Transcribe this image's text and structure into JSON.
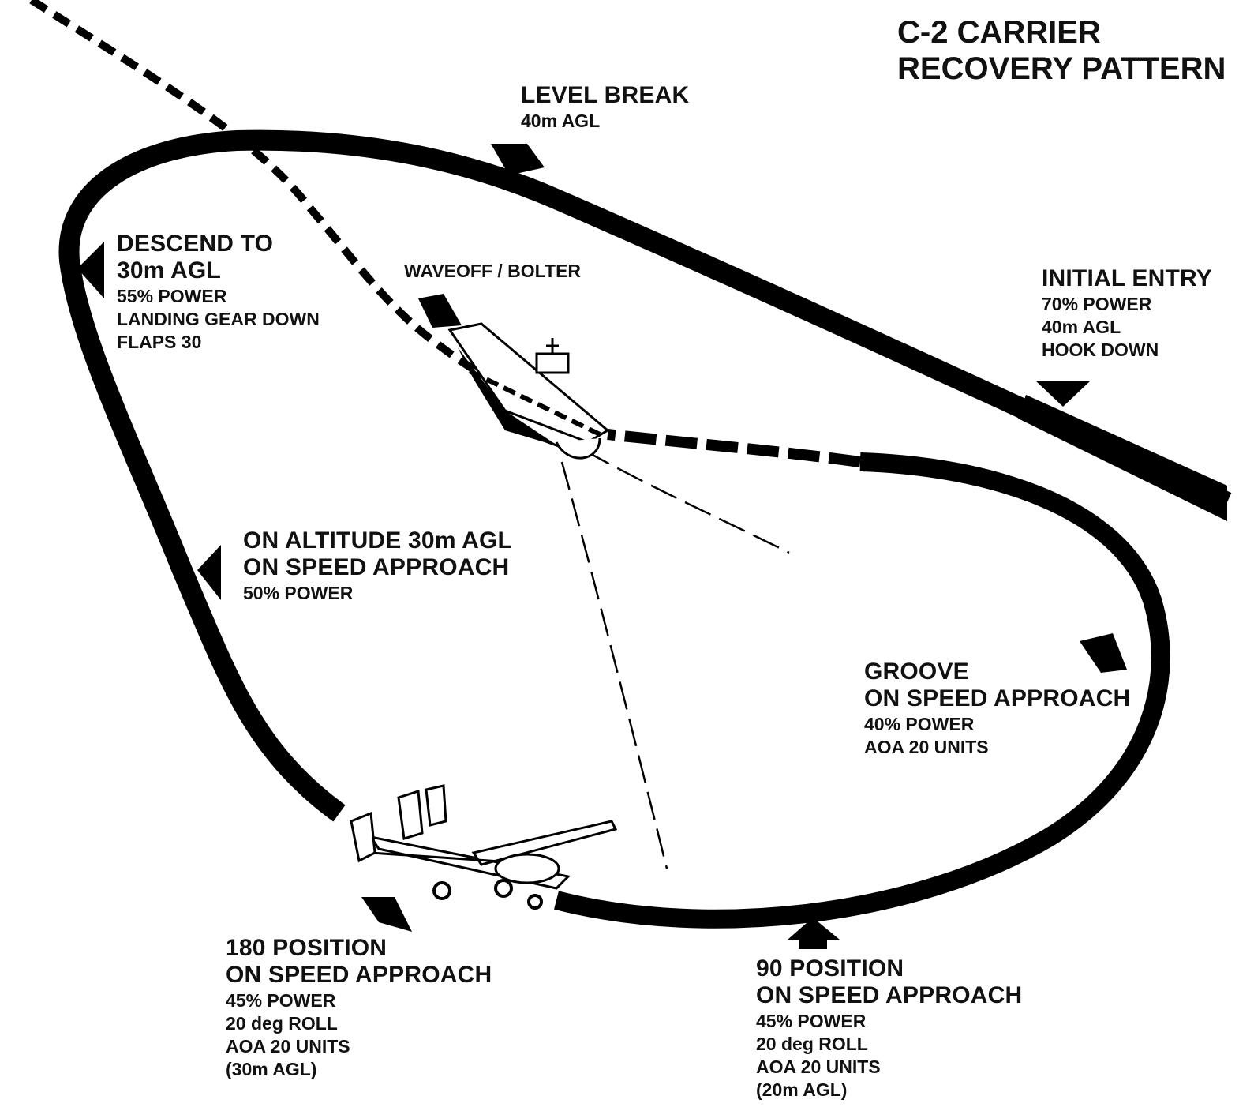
{
  "title": [
    "C-2 CARRIER",
    "RECOVERY PATTERN"
  ],
  "labels": {
    "level_break": {
      "head": [
        "LEVEL BREAK"
      ],
      "sub": [
        "40m AGL"
      ]
    },
    "descend": {
      "head": [
        "DESCEND TO",
        "30m AGL"
      ],
      "sub": [
        "55% POWER",
        "LANDING GEAR DOWN",
        "FLAPS 30"
      ]
    },
    "waveoff": {
      "head": [
        "WAVEOFF / BOLTER"
      ],
      "sub": []
    },
    "initial_entry": {
      "head": [
        "INITIAL ENTRY"
      ],
      "sub": [
        "70% POWER",
        "40m AGL",
        "HOOK DOWN"
      ]
    },
    "on_altitude": {
      "head": [
        "ON ALTITUDE 30m AGL",
        "ON SPEED APPROACH"
      ],
      "sub": [
        "50% POWER"
      ]
    },
    "groove": {
      "head": [
        "GROOVE",
        "ON SPEED APPROACH"
      ],
      "sub": [
        "40% POWER",
        "AOA 20 UNITS"
      ]
    },
    "pos180": {
      "head": [
        "180 POSITION",
        "ON SPEED APPROACH"
      ],
      "sub": [
        "45% POWER",
        "20 deg ROLL",
        "AOA 20 UNITS",
        "(30m AGL)"
      ]
    },
    "pos90": {
      "head": [
        "90 POSITION",
        "ON SPEED APPROACH"
      ],
      "sub": [
        "45% POWER",
        "20 deg ROLL",
        "AOA 20 UNITS",
        "(20m AGL)"
      ]
    }
  },
  "icons": [
    "aircraft-carrier-icon",
    "c2-aircraft-icon"
  ]
}
